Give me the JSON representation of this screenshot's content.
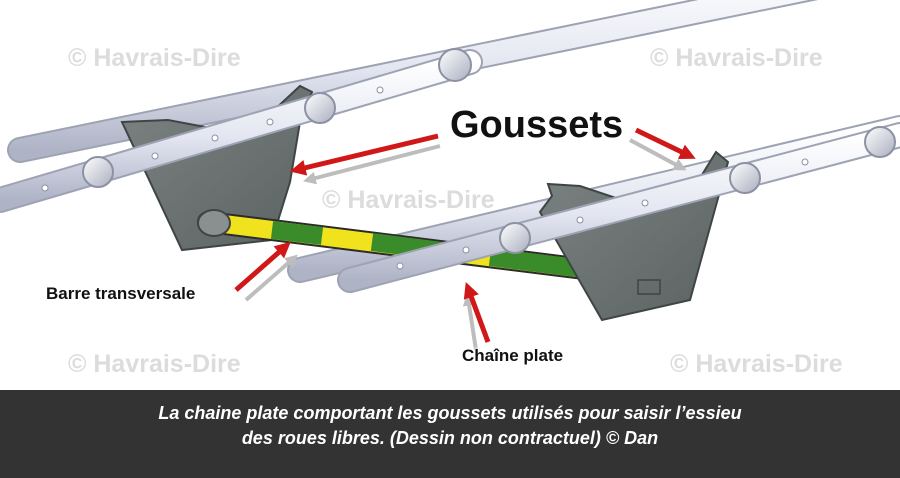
{
  "watermarks": [
    "© Havrais-Dire",
    "© Havrais-Dire",
    "© Havrais-Dire",
    "© Havrais-Dire",
    "© Havrais-Dire"
  ],
  "labels": {
    "goussets": "Goussets",
    "barre": "Barre transversale",
    "chaine": "Chaîne plate"
  },
  "caption": {
    "line1": "La chaine plate comportant les goussets utilisés pour saisir l’essieu",
    "line2": "des roues libres. (Dessin non contractuel) © Dan"
  },
  "colors": {
    "gusset": "#6d7474",
    "chain": "#e4e7f2",
    "bar_yellow": "#f1e21e",
    "bar_green": "#3a8c2a",
    "arrow": "#d11818",
    "caption_bg": "#333333"
  }
}
